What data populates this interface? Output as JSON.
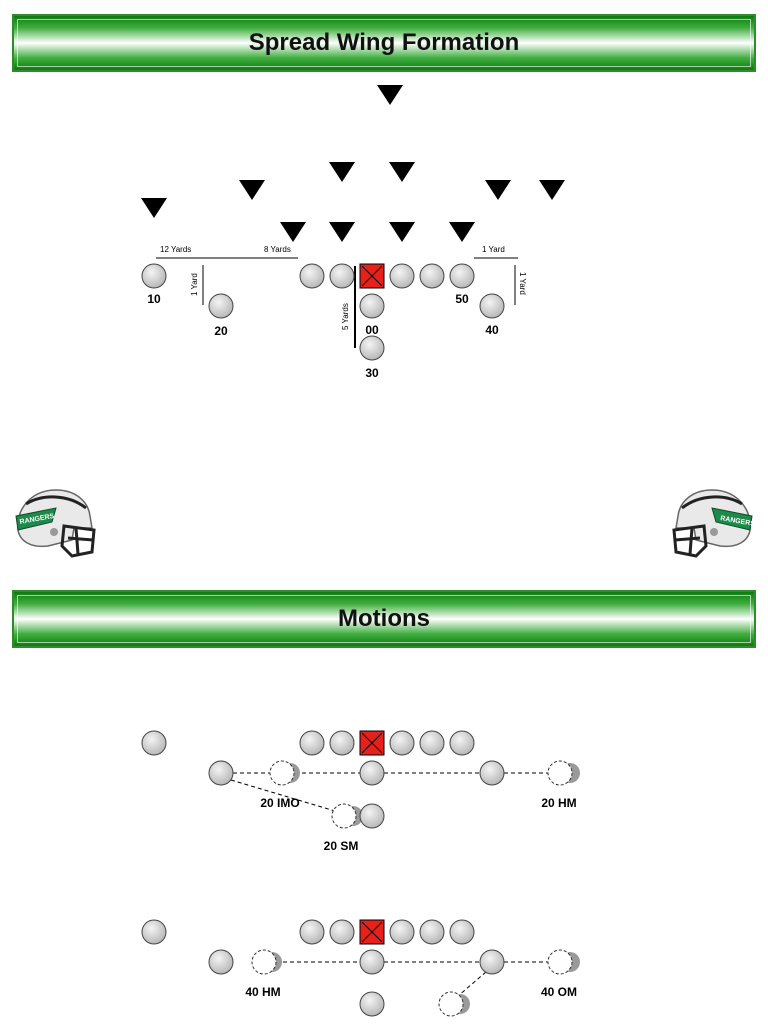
{
  "title": "Spread Wing Formation",
  "motions_title": "Motions",
  "measurements": {
    "twelve_yards": "12 Yards",
    "eight_yards": "8 Yards",
    "one_yard_top": "1 Yard",
    "one_yard_left": "1 Yard",
    "one_yard_right": "1 Yard",
    "five_yards": "5 Yards"
  },
  "players": {
    "p10": "10",
    "p20": "20",
    "p00": "00",
    "p30": "30",
    "p50": "50",
    "p40": "40"
  },
  "motions": {
    "m20_imo": "20 IMO",
    "m20_hm": "20 HM",
    "m20_sm": "20 SM",
    "m40_hm": "40 HM",
    "m40_om": "40 OM"
  },
  "helmet_text": "RANGERS",
  "colors": {
    "banner_green": "#1f8f1f",
    "center_red": "#e8201b",
    "player_gray": "#c8c8c8",
    "helmet_green": "#1d8a4a"
  }
}
